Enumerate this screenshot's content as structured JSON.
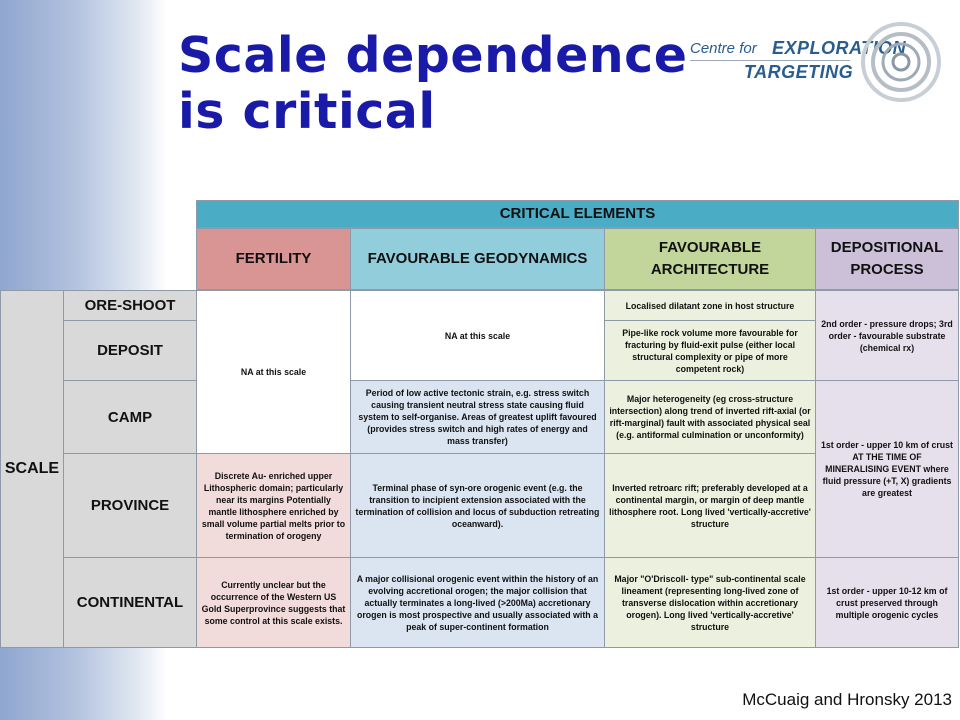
{
  "slide": {
    "title_line1": "Scale dependence",
    "title_line2": "is critical",
    "credit": "McCuaig and Hronsky 2013"
  },
  "logo": {
    "small": "Centre for",
    "big1": "EXPLORATION",
    "big2": "TARGETING"
  },
  "colors": {
    "title": "#1a1aa8",
    "critical_header": "#4bacc6",
    "fertility": "#d99594",
    "geodynamics": "#92cddc",
    "architecture": "#c2d69b",
    "depositional": "#ccc0d9",
    "scale": "#d9d9d9"
  },
  "table": {
    "critical_header": "CRITICAL ELEMENTS",
    "scale_label": "SCALE",
    "columns": {
      "fertility": "FERTILITY",
      "geodynamics": "FAVOURABLE GEODYNAMICS",
      "architecture": "FAVOURABLE ARCHITECTURE",
      "depositional": "DEPOSITIONAL PROCESS"
    },
    "rows": {
      "ore_shoot": "ORE-SHOOT",
      "deposit": "DEPOSIT",
      "camp": "CAMP",
      "province": "PROVINCE",
      "continental": "CONTINENTAL"
    },
    "cells": {
      "fertility_local": "NA at this scale",
      "fertility_province": "Discrete Au- enriched upper Lithospheric domain; particularly near its margins Potentially mantle lithosphere enriched by small volume partial melts prior to termination of orogeny",
      "fertility_continental": "Currently unclear but the occurrence of the Western US Gold Superprovince suggests that some control at this scale exists.",
      "geo_local": "NA at this scale",
      "geo_camp": "Period of low active tectonic strain, e.g. stress switch causing transient neutral stress state causing fluid system to self-organise. Areas of greatest uplift favoured (provides stress switch and high rates of energy and mass transfer)",
      "geo_province": "Terminal phase of syn-ore orogenic event (e.g. the transition to incipient extension associated with the termination of collision and locus of subduction retreating oceanward).",
      "geo_continental": "A major collisional orogenic event within the history of an evolving accretional orogen; the major collision that actually terminates a long-lived (>200Ma) accretionary orogen is most prospective and usually associated with a peak of super-continent formation",
      "arch_ore_shoot": "Localised dilatant zone in host structure",
      "arch_deposit": "Pipe-like rock volume more favourable for fracturing by fluid-exit pulse (either local structural complexity or pipe of more competent rock)",
      "arch_camp": "Major heterogeneity (eg cross-structure intersection) along trend of inverted rift-axial (or rift-marginal) fault with associated physical seal (e.g. antiformal culmination or unconformity)",
      "arch_province": "Inverted retroarc rift; preferably developed at a continental margin, or margin of deep mantle lithosphere root.  Long lived 'vertically-accretive' structure",
      "arch_continental": "Major \"O'Driscoll- type\" sub-continental scale lineament (representing long-lived zone of transverse dislocation within accretionary orogen). Long lived 'vertically-accretive' structure",
      "dep_local": "2nd order - pressure drops; 3rd order - favourable substrate (chemical rx)",
      "dep_camp_province": "1st order - upper 10 km of crust AT THE TIME OF MINERALISING EVENT where fluid pressure (+T, X) gradients are greatest",
      "dep_continental": "1st order - upper 10-12 km of crust preserved through multiple orogenic cycles"
    }
  }
}
